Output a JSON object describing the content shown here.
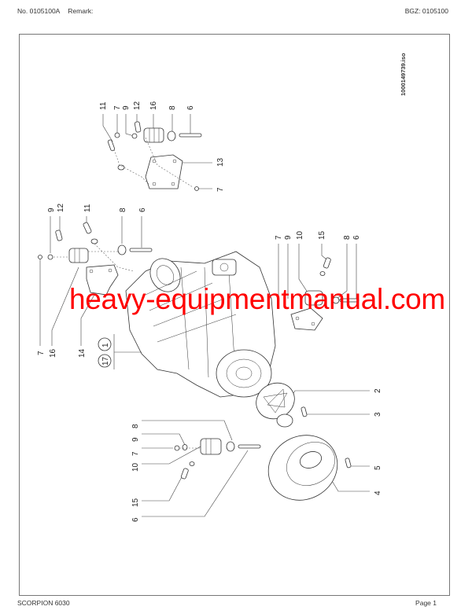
{
  "header": {
    "number": "No. 0105100A",
    "remark": "Remark:",
    "bgz": "BGZ: 0105100"
  },
  "footer": {
    "model": "SCORPION 6030",
    "page": "Page 1"
  },
  "drawing": {
    "iso_id": "1000149739.iso",
    "watermark": "heavy-equipmentmanual.com",
    "callouts": {
      "top_group": [
        "11",
        "7",
        "9",
        "12",
        "16",
        "8",
        "6",
        "13",
        "7"
      ],
      "left_group": [
        "9",
        "12",
        "11",
        "8",
        "6",
        "7",
        "16",
        "14"
      ],
      "assembly": [
        "1",
        "17"
      ],
      "right_group": [
        "7",
        "9",
        "10",
        "15",
        "8",
        "6"
      ],
      "bottom_right": [
        "2",
        "3",
        "5",
        "4"
      ],
      "bottom_left": [
        "8",
        "9",
        "7",
        "10",
        "15",
        "6"
      ]
    }
  }
}
